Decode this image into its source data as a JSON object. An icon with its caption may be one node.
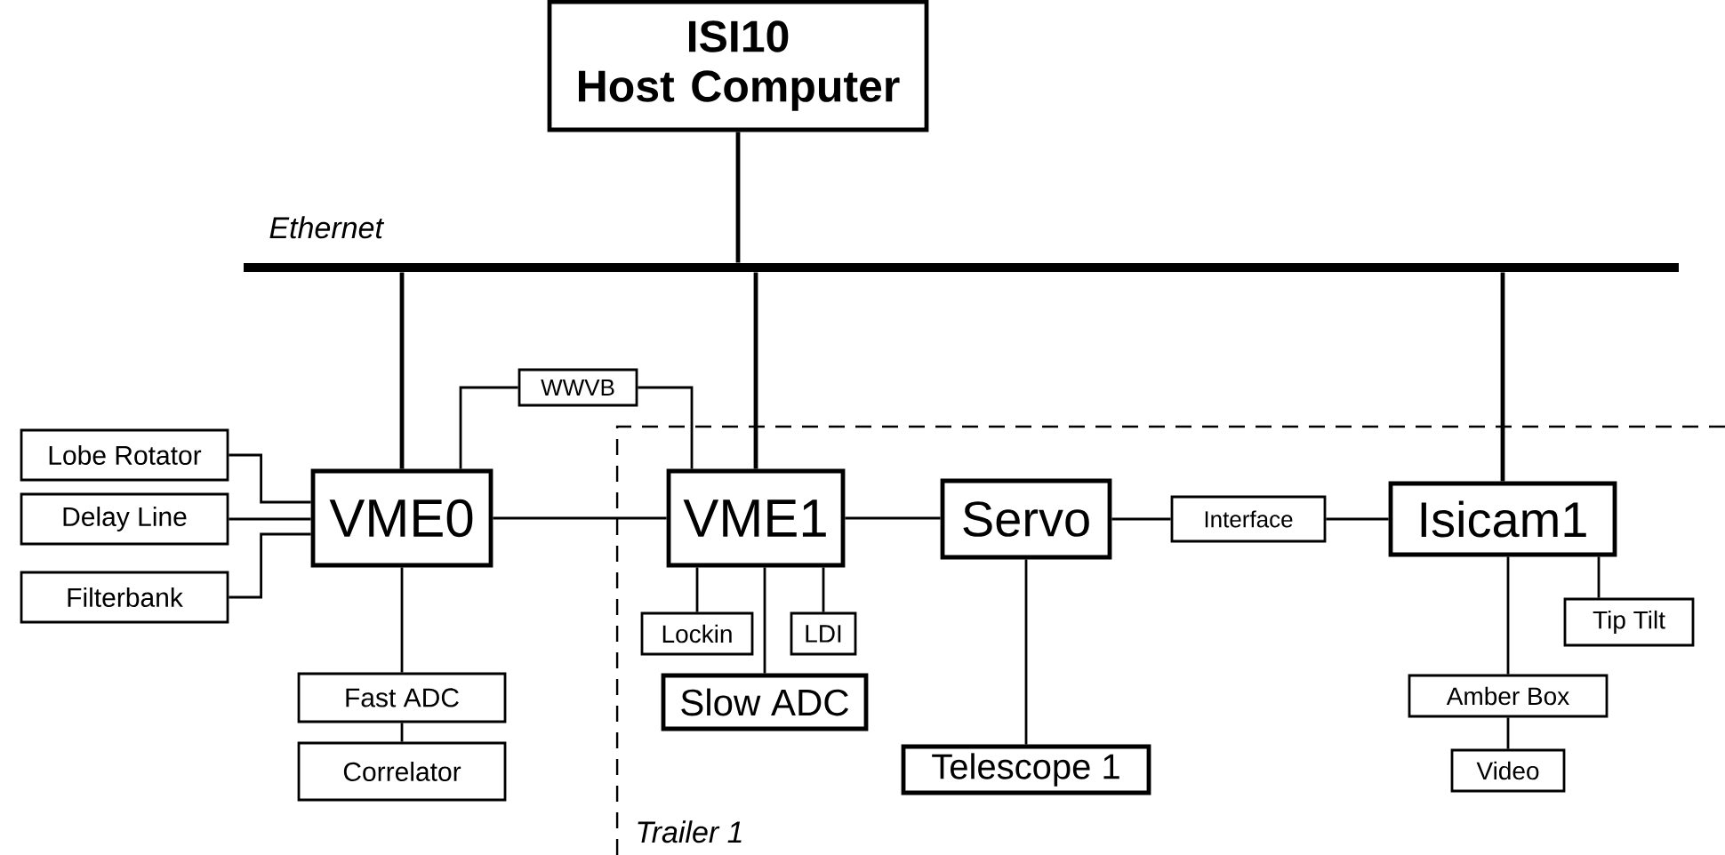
{
  "diagram": {
    "nodes": [
      {
        "text": [
          "ISI10 Host Computer"
        ]
      },
      {
        "text": [
          "Ethernet"
        ]
      },
      {
        "text": [
          "Trailer 1"
        ]
      },
      {
        "text": [
          "Lobe Rotator"
        ]
      },
      {
        "text": [
          "Delay Line"
        ]
      },
      {
        "text": [
          "Filterbank"
        ]
      },
      {
        "text": [
          "VME0"
        ]
      },
      {
        "text": [
          "WWVB"
        ]
      },
      {
        "text": [
          "Fast ADC"
        ]
      },
      {
        "text": [
          "Correlator"
        ]
      },
      {
        "text": [
          "VME1"
        ],
        "in": 2
      },
      {
        "text": [
          "Lockin"
        ],
        "in": 2
      },
      {
        "text": [
          "LDI"
        ],
        "in": 2
      },
      {
        "text": [
          "Slow ADC"
        ],
        "in": 2
      },
      {
        "text": [
          "Servo"
        ],
        "in": 2
      },
      {
        "text": [
          "Telescope 1"
        ],
        "in": 2
      },
      {
        "text": [
          "Interface"
        ],
        "in": 2
      },
      {
        "text": [
          "Isicam1"
        ],
        "in": 2
      },
      {
        "text": [
          "Tip Tilt"
        ],
        "in": 2
      },
      {
        "text": [
          "Amber Box"
        ],
        "in": 2
      },
      {
        "text": [
          "Video"
        ],
        "in": 2
      }
    ],
    "edges": [
      {
        "from": 0,
        "to": 1,
        "arrow": "none"
      },
      {
        "from": 1,
        "to": 6,
        "arrow": "none"
      },
      {
        "from": 1,
        "to": 10,
        "arrow": "none"
      },
      {
        "from": 1,
        "to": 17,
        "arrow": "none"
      },
      {
        "from": 3,
        "to": 6,
        "arrow": "none"
      },
      {
        "from": 4,
        "to": 6,
        "arrow": "none"
      },
      {
        "from": 5,
        "to": 6,
        "arrow": "none"
      },
      {
        "from": 6,
        "to": 7,
        "arrow": "none"
      },
      {
        "from": 7,
        "to": 10,
        "arrow": "none"
      },
      {
        "from": 6,
        "to": 10,
        "arrow": "none"
      },
      {
        "from": 6,
        "to": 8,
        "arrow": "none"
      },
      {
        "from": 8,
        "to": 9,
        "arrow": "none"
      },
      {
        "from": 10,
        "to": 11,
        "arrow": "none"
      },
      {
        "from": 10,
        "to": 13,
        "arrow": "none"
      },
      {
        "from": 10,
        "to": 12,
        "arrow": "none"
      },
      {
        "from": 10,
        "to": 14,
        "arrow": "none"
      },
      {
        "from": 14,
        "to": 16,
        "arrow": "none"
      },
      {
        "from": 16,
        "to": 17,
        "arrow": "none"
      },
      {
        "from": 14,
        "to": 15,
        "arrow": "none"
      },
      {
        "from": 17,
        "to": 19,
        "arrow": "none"
      },
      {
        "from": 17,
        "to": 18,
        "arrow": "none"
      },
      {
        "from": 19,
        "to": 20,
        "arrow": "none"
      }
    ]
  }
}
